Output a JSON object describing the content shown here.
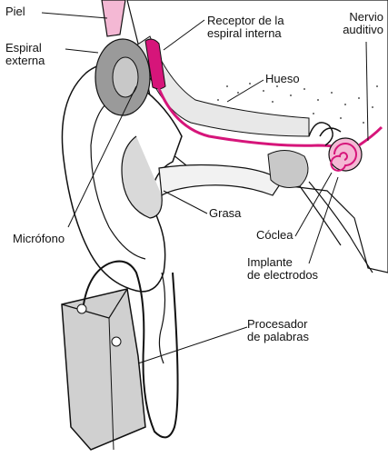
{
  "labels": {
    "skin": "Piel",
    "external_coil": "Espiral\nexterna",
    "internal_coil_receiver": "Receptor de la\nespiral interna",
    "auditory_nerve": "Nervio\nauditivo",
    "bone": "Hueso",
    "fat": "Grasa",
    "cochlea": "Cóclea",
    "microphone": "Micrófono",
    "electrode_implant": "Implante\nde electrodos",
    "speech_processor": "Procesador\nde palabras"
  },
  "colors": {
    "accent": "#d6157a",
    "accent_light": "#f4b8d4",
    "tissue_gray": "#c8c8c8",
    "tissue_dark": "#9a9a9a",
    "device_gray": "#d0d0d0",
    "line": "#111111"
  }
}
